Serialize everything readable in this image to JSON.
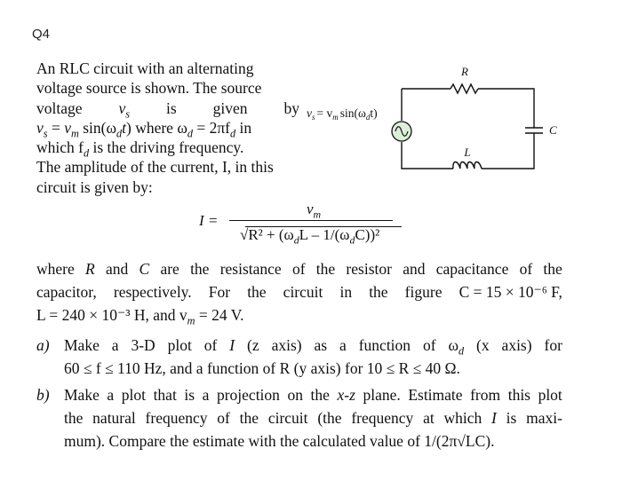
{
  "question_label": "Q4",
  "intro": {
    "line1": "An RLC circuit with an alternating",
    "line2": "voltage source is shown. The source",
    "line3_words": [
      "voltage",
      "v",
      "is",
      "given",
      "by"
    ],
    "line4_text": "where ω",
    "line4_tail": "= 2πf",
    "line4_in": "in",
    "line5": "which f",
    "line5_tail": "is the driving frequency.",
    "line6": "The amplitude of the current, I, in this",
    "line7": "circuit is given by:"
  },
  "circuit": {
    "source_label": "v",
    "source_rhs": "= v",
    "source_fn": "sin(ω",
    "source_tail": "t)",
    "resistor_label": "R",
    "inductor_label": "L",
    "capacitor_label": "C"
  },
  "formula": {
    "lhs": "I =",
    "numerator": "v",
    "denominator": "R² + (ω",
    "den_mid": "L – 1/(ω",
    "den_end": "C))²"
  },
  "paragraph": {
    "line1_words": [
      "where",
      "R",
      "and",
      "C",
      "are",
      "the",
      "resistance",
      "of",
      "the",
      "resistor",
      "and",
      "capacitance",
      "of",
      "the"
    ],
    "line2_words": [
      "capacitor,",
      "respectively.",
      "For",
      "the",
      "circuit",
      "in",
      "the",
      "figure",
      "C = 15 × 10⁻⁶ F,"
    ],
    "line3": "L = 240 × 10⁻³ H, and v",
    "line3_tail": "= 24 V."
  },
  "item_a": {
    "label": "a)",
    "line1_words": [
      "Make",
      "a",
      "3-D",
      "plot",
      "of",
      "I",
      "(z",
      "axis)",
      "as",
      "a",
      "function",
      "of",
      "ω",
      "(x",
      "axis)",
      "for"
    ],
    "line2": "60 ≤ f ≤ 110 Hz, and a function of R (y axis) for 10 ≤ R ≤ 40 Ω."
  },
  "item_b": {
    "label": "b)",
    "line1_words": [
      "Make",
      "a",
      "plot",
      "that",
      "is",
      "a",
      "projection",
      "on",
      "the",
      "x-z",
      "plane.",
      "Estimate",
      "from",
      "this",
      "plot"
    ],
    "line2_words": [
      "the",
      "natural",
      "frequency",
      "of",
      "the",
      "circuit",
      "(the",
      "frequency",
      "at",
      "which",
      "I",
      "is",
      "maxi-"
    ],
    "line3": "mum). Compare the estimate with the calculated value of 1/(2π√LC)."
  }
}
